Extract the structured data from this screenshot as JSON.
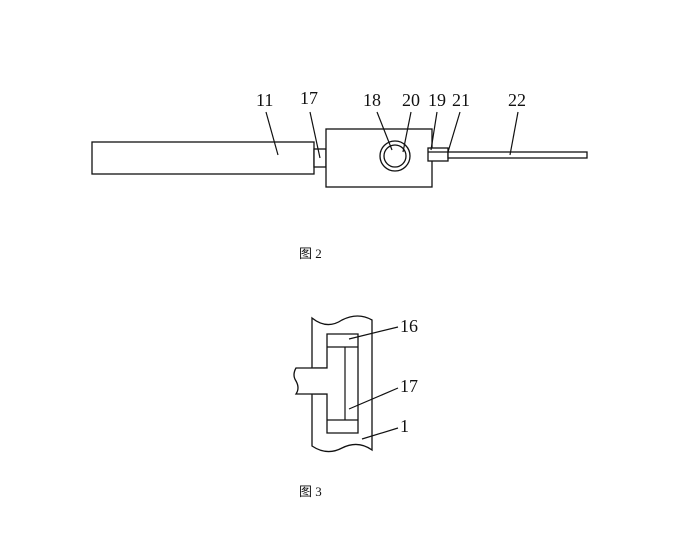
{
  "figure2": {
    "caption": "图 2",
    "labels": {
      "l11": "11",
      "l17": "17",
      "l18": "18",
      "l20": "20",
      "l19": "19",
      "l21": "21",
      "l22": "22"
    }
  },
  "figure3": {
    "caption": "图 3",
    "labels": {
      "l16": "16",
      "l17": "17",
      "l1": "1"
    }
  }
}
